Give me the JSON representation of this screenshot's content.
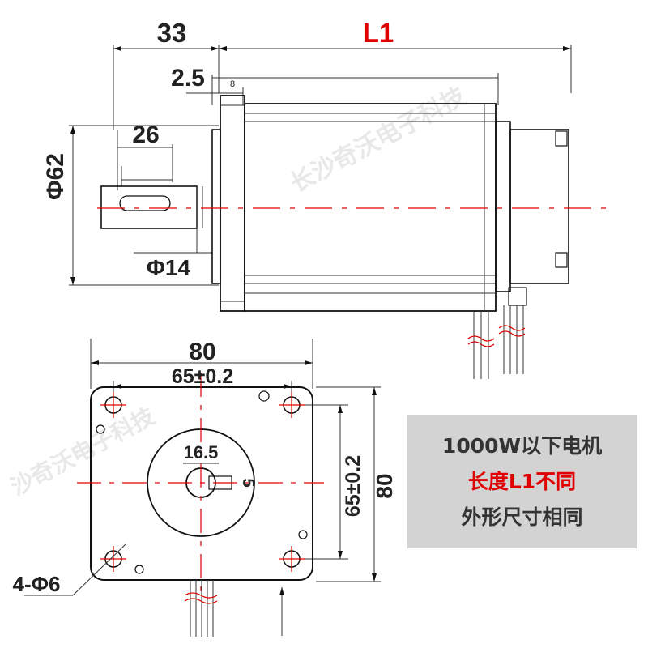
{
  "side_view": {
    "dim_flange_length": "33",
    "dim_motor_length": "L1",
    "dim_flange_thickness": "2.5",
    "dim_small": "8",
    "dim_key_length": "26",
    "dim_body_diameter": "Φ62",
    "dim_shaft_diameter": "Φ14"
  },
  "front_view": {
    "dim_width": "80",
    "dim_hole_spacing_h": "65±0.2",
    "dim_hole_spacing_v": "65±0.2",
    "dim_height": "80",
    "dim_boss": "16.5",
    "dim_key": "5",
    "dim_holes": "4-Φ6"
  },
  "note": {
    "line1": "1000W以下电机",
    "line2": "长度L1不同",
    "line3": "外形尺寸相同"
  },
  "watermark": {
    "text_main": "长沙奇沃电子科技",
    "text_front": "沙奇沃电子科技"
  },
  "colors": {
    "accent_red": "#e00000",
    "note_bg": "#d3d3d3",
    "note_text": "#333333"
  }
}
